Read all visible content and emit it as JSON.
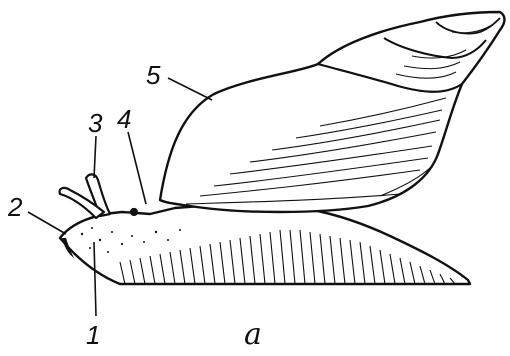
{
  "labels": {
    "l1": "1",
    "l2": "2",
    "l3": "3",
    "l4": "4",
    "l5": "5"
  },
  "caption": "a",
  "colors": {
    "ink": "#111111",
    "background": "#ffffff"
  }
}
